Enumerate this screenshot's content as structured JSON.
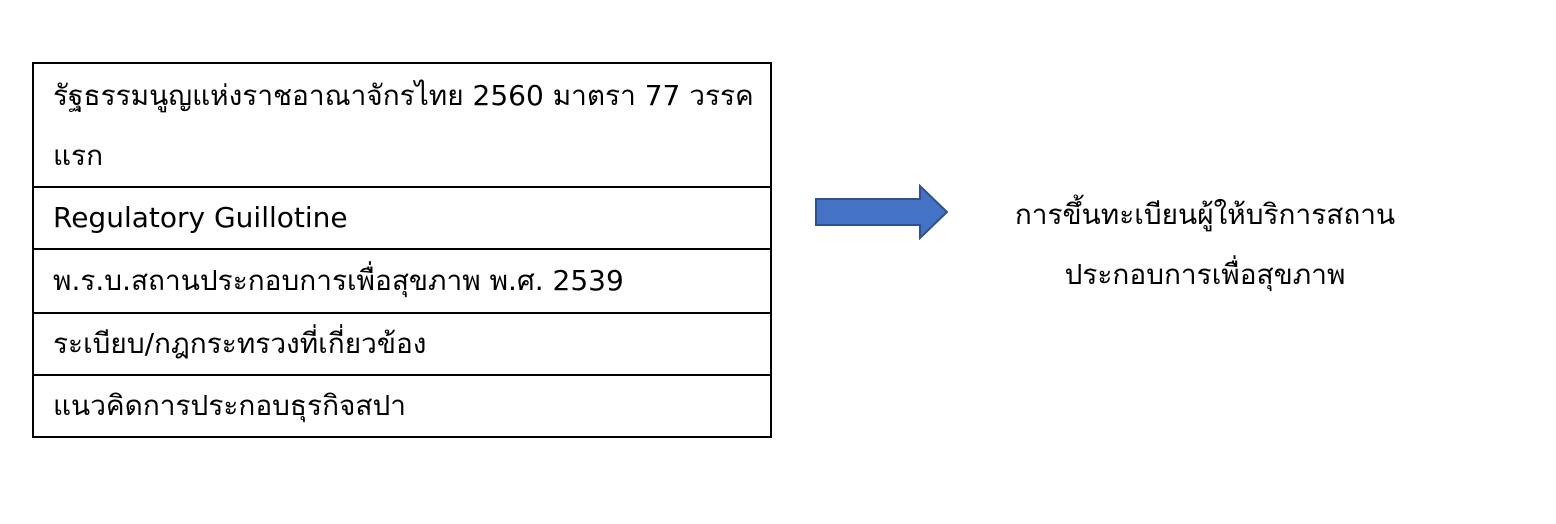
{
  "sources": {
    "rows": [
      "รัฐธรรมนูญแห่งราชอาณาจักรไทย 2560  มาตรา 77 วรรคแรก",
      "Regulatory Guillotine",
      "พ.ร.บ.สถานประกอบการเพื่อสุขภาพ พ.ศ. 2539",
      "ระเบียบ/กฎกระทรวงที่เกี่ยวข้อง",
      "แนวคิดการประกอบธุรกิจสปา"
    ]
  },
  "arrow": {
    "fill_color": "#4472C4",
    "stroke_color": "#2F528F",
    "icon": "right-arrow-icon"
  },
  "result": {
    "text": "การขึ้นทะเบียนผู้ให้บริการสถานประกอบการเพื่อสุขภาพ"
  }
}
